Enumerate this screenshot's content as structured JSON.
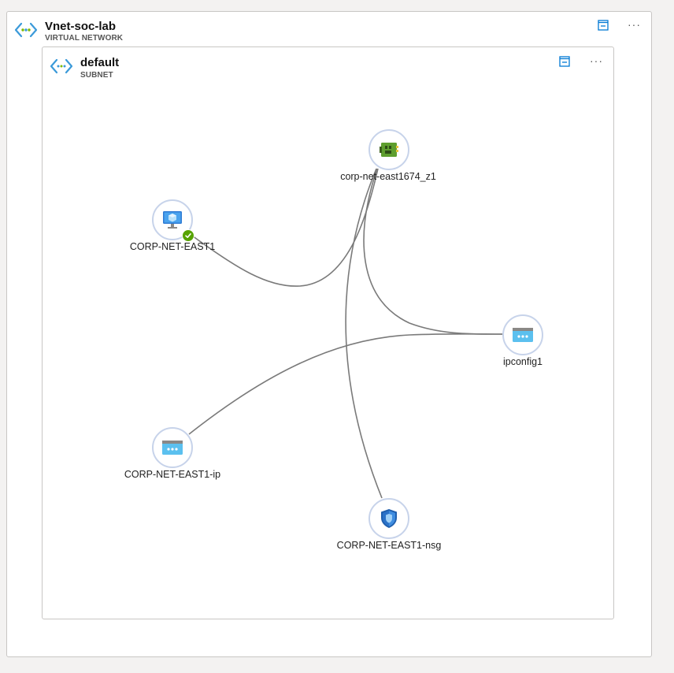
{
  "vnet": {
    "name": "Vnet-soc-lab",
    "type": "VIRTUAL NETWORK",
    "icon": "virtual-network-icon"
  },
  "subnet": {
    "name": "default",
    "type": "SUBNET",
    "icon": "subnet-icon"
  },
  "controls": {
    "collapse_icon": "collapse-icon",
    "more": "···"
  },
  "nodes": {
    "nic": {
      "label": "corp-net-east1674_z1",
      "icon": "network-interface-icon"
    },
    "vm": {
      "label": "CORP-NET-EAST1",
      "icon": "virtual-machine-icon",
      "status": "running-check"
    },
    "ipconfig": {
      "label": "ipconfig1",
      "icon": "ip-configuration-icon"
    },
    "pip": {
      "label": "CORP-NET-EAST1-ip",
      "icon": "public-ip-icon"
    },
    "nsg": {
      "label": "CORP-NET-EAST1-nsg",
      "icon": "network-security-group-icon"
    }
  },
  "connections": [
    [
      "vm",
      "nic"
    ],
    [
      "nic",
      "ipconfig"
    ],
    [
      "nic",
      "nsg"
    ],
    [
      "pip",
      "ipconfig"
    ]
  ],
  "colors": {
    "node_border": "#c7d3ea",
    "link": "#7a7a7a",
    "accent": "#0078d4",
    "status_ok": "#57a300"
  }
}
